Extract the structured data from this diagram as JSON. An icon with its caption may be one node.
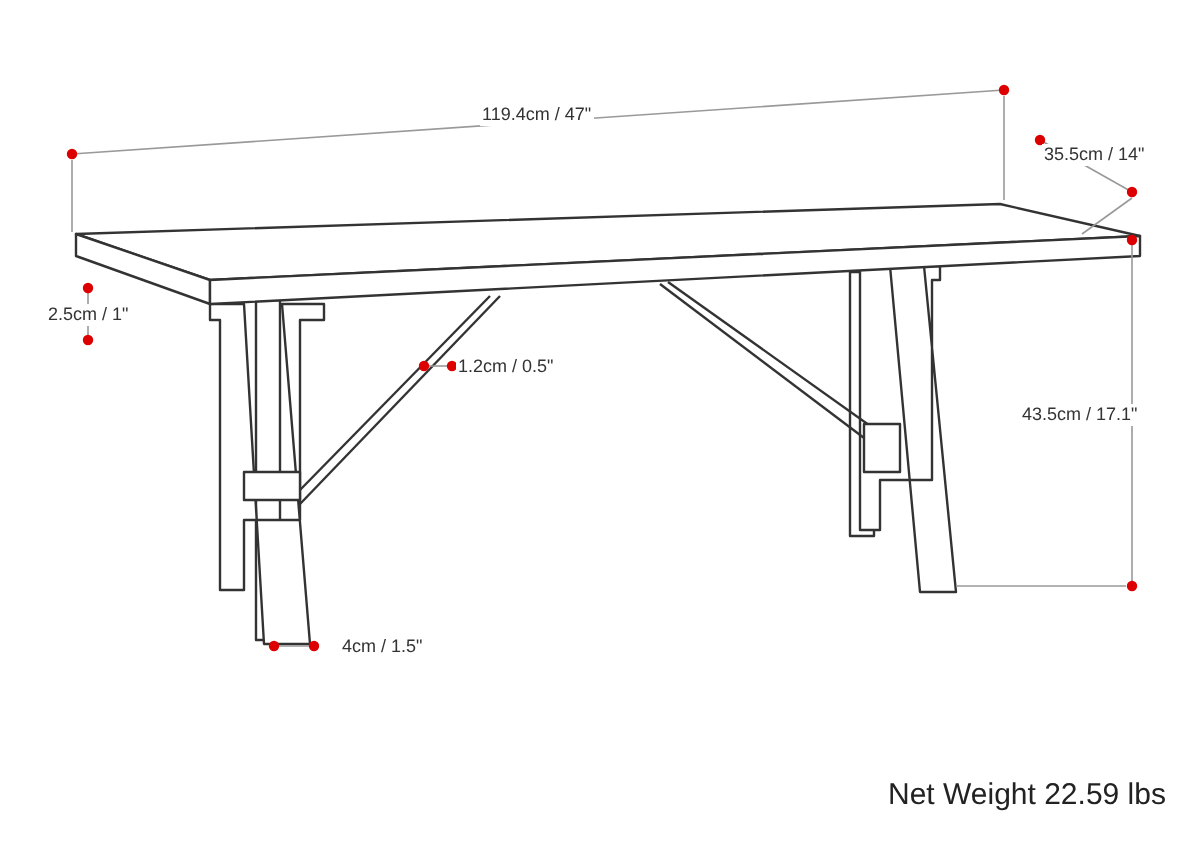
{
  "diagram": {
    "labels": [
      "119.4cm / 47\"",
      "35.5cm / 14\"",
      "2.5cm / 1\"",
      "1.2cm / 0.5\"",
      "43.5cm / 17.1\"",
      "4cm / 1.5\"",
      "Net Weight 22.59 lbs"
    ]
  }
}
